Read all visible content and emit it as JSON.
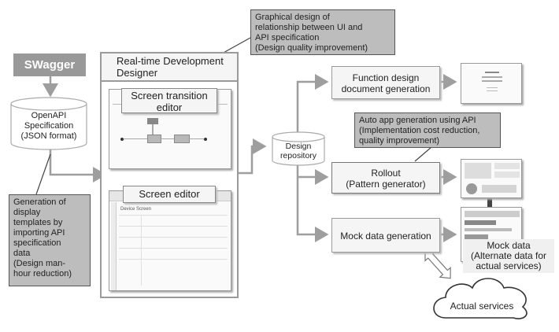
{
  "swagger": {
    "label": "SWagger"
  },
  "openapi": {
    "lines": [
      "OpenAPI",
      "Specification",
      "(JSON format)"
    ]
  },
  "designer": {
    "title_lines": [
      "Real-time Development",
      "Designer"
    ],
    "transition_editor_lines": [
      "Screen transition",
      "editor"
    ],
    "screen_editor_label": "Screen editor",
    "screen_editor_mock_title": "Device Screen"
  },
  "callout_top": {
    "lines": [
      "Graphical design of",
      "relationship between UI and",
      "API specification",
      "(Design quality improvement)"
    ]
  },
  "callout_left": {
    "lines": [
      "Generation of",
      "display",
      "templates by",
      "importing API",
      "specification",
      "data",
      "(Design man-",
      "hour reduction)"
    ]
  },
  "callout_right": {
    "lines": [
      "Auto app generation using API",
      "(Implementation cost reduction,",
      "quality improvement)"
    ]
  },
  "repository": {
    "lines": [
      "Design",
      "repository"
    ]
  },
  "function_design": {
    "lines": [
      "Function design",
      "document generation"
    ]
  },
  "rollout": {
    "lines": [
      "Rollout",
      "(Pattern generator)"
    ]
  },
  "mock_generation": {
    "label": "Mock data generation"
  },
  "mock_data": {
    "lines": [
      "Mock data",
      "(Alternate data for",
      "actual services)"
    ]
  },
  "actual_services": {
    "label": "Actual services"
  },
  "colors": {
    "arrow": "#9e9e9e",
    "callout_fill": "#bdbdbd",
    "swagger_fill": "#999999",
    "box_fill": "#f4f5f4"
  }
}
